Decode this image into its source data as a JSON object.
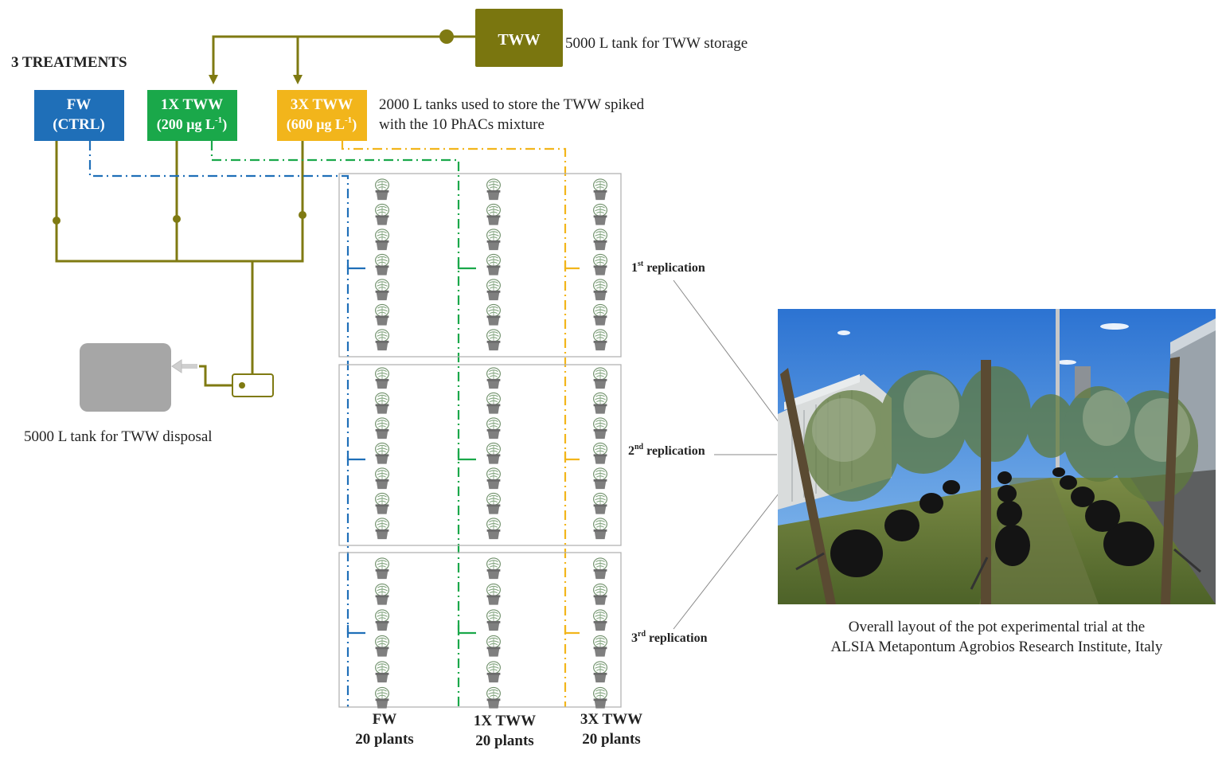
{
  "title": "3 TREATMENTS",
  "colors": {
    "pipe": "#7f7a12",
    "tww": "#7a760f",
    "fw": "#1f6fb8",
    "x1": "#1aa84a",
    "x3": "#f2b51b",
    "disposal": "#a6a6a6",
    "grid": "#b3b3b3",
    "plant": "#808080"
  },
  "storage_tank": {
    "label": "TWW",
    "caption": "5000 L tank for TWW storage"
  },
  "treatment_tanks_caption": [
    "2000 L tanks used to store the TWW spiked",
    "with the 10 PhACs mixture"
  ],
  "treatments": [
    {
      "line1": "FW",
      "line2": "(CTRL)"
    },
    {
      "line1": "1X TWW",
      "line2": "(200 μg L",
      "sup": "-1",
      "close": ")"
    },
    {
      "line1": "3X TWW",
      "line2": "(600 μg L",
      "sup": "-1",
      "close": ")"
    }
  ],
  "disposal_tank": {
    "caption": "5000 L tank for TWW disposal"
  },
  "replications": [
    {
      "num": "1",
      "sup": "st",
      "label": " replication"
    },
    {
      "num": "2",
      "sup": "nd",
      "label": " replication"
    },
    {
      "num": "3",
      "sup": "rd",
      "label": " replication"
    }
  ],
  "columns": [
    {
      "name": "FW",
      "plants": "20 plants"
    },
    {
      "name": "1X TWW",
      "plants": "20 plants"
    },
    {
      "name": "3X TWW",
      "plants": "20 plants"
    }
  ],
  "photo": {
    "icon": "olive-orchard-photo",
    "caption": [
      "Overall layout of the pot experimental trial at the",
      "ALSIA Metapontum Agrobios Research Institute, Italy"
    ]
  },
  "icons": {
    "plant": "potted-plant-icon",
    "valve": "valve-icon",
    "arrow": "flow-arrow-icon"
  }
}
